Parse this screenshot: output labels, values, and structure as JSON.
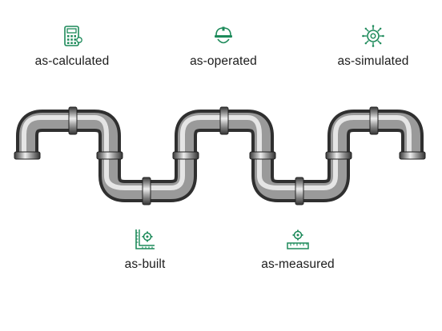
{
  "accent_color": "#1d8a5a",
  "stages_top": [
    {
      "id": "calc",
      "label": "as-calculated",
      "icon": "calculator-icon"
    },
    {
      "id": "oper",
      "label": "as-operated",
      "icon": "worker-helmet-icon"
    },
    {
      "id": "sim",
      "label": "as-simulated",
      "icon": "gear-circuit-icon"
    }
  ],
  "stages_bottom": [
    {
      "id": "built",
      "label": "as-built",
      "icon": "blueprint-gear-icon"
    },
    {
      "id": "meas",
      "label": "as-measured",
      "icon": "ruler-gear-icon"
    }
  ]
}
